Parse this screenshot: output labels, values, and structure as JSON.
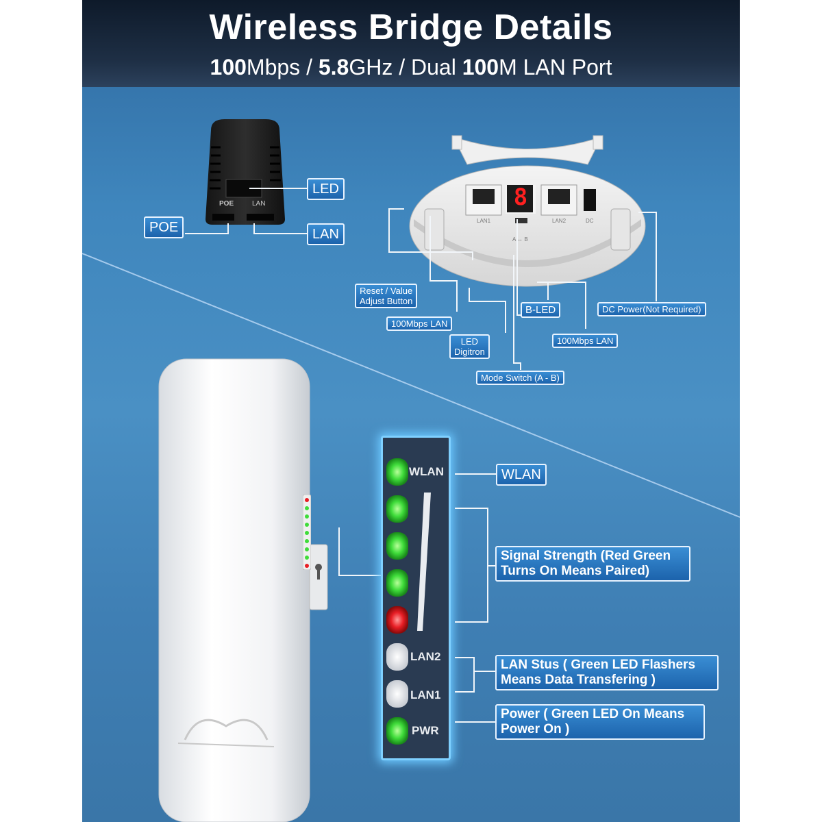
{
  "header": {
    "title": "Wireless Bridge Details",
    "subtitle_parts": {
      "speed_num": "100",
      "speed_unit": "Mbps / ",
      "freq_num": "5.8",
      "freq_unit": "GHz / Dual ",
      "lan_num": "100",
      "lan_unit": "M LAN Port"
    }
  },
  "adapter": {
    "port_labels": {
      "poe": "POE",
      "lan": "LAN"
    },
    "callouts": {
      "led": "LED",
      "poe": "POE",
      "lan": "LAN"
    }
  },
  "panel": {
    "port_labels": {
      "lan1": "LAN1",
      "lan2": "LAN2",
      "dc": "DC",
      "switch": "A ↔ B"
    },
    "digit": "8",
    "callouts": {
      "reset_line1": "Reset / Value",
      "reset_line2": "Adjust Button",
      "lan_left": "100Mbps LAN",
      "led_digitron_line1": "LED",
      "led_digitron_line2": "Digitron",
      "mode_switch": "Mode Switch (A - B)",
      "b_led": "B-LED",
      "lan_right": "100Mbps LAN",
      "dc_power": "DC Power(Not Required)"
    }
  },
  "led_strip": {
    "labels": {
      "wlan": "WLAN",
      "lan2": "LAN2",
      "lan1": "LAN1",
      "pwr": "PWR"
    },
    "callouts": {
      "wlan": "WLAN",
      "signal_line1": "Signal Strength (Red Green",
      "signal_line2": "Turns On Means Paired)",
      "lan_line1": "LAN Stus ( Green LED Flashers",
      "lan_line2": "Means Data Transfering )",
      "power_line1": "Power ( Green LED On Means",
      "power_line2": "Power On )"
    }
  },
  "colors": {
    "accent": "#1c63ac",
    "led_green": "#3fdc3a",
    "led_red": "#e81e25",
    "header_bg": "#1e2f45"
  }
}
